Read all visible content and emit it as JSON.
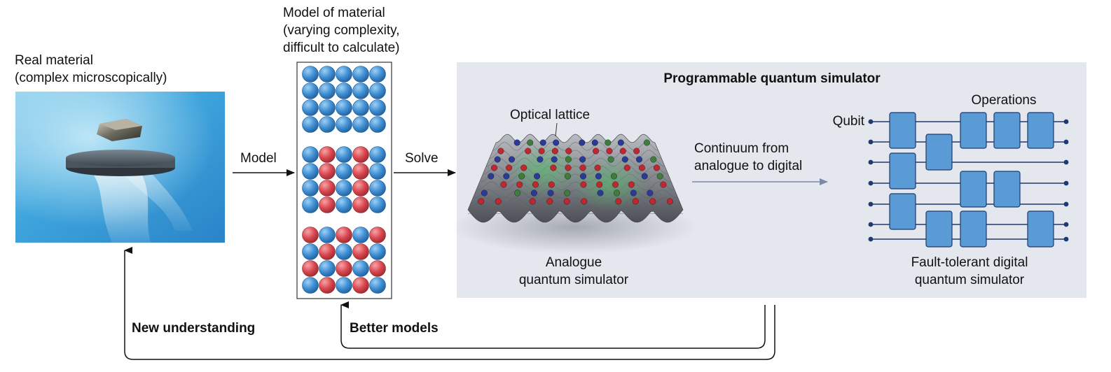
{
  "real_material": {
    "title_line1": "Real material",
    "title_line2": "(complex microscopically)"
  },
  "model_of_material": {
    "line1": "Model of material",
    "line2": "(varying complexity,",
    "line3": "difficult to calculate)"
  },
  "arrows": {
    "model": "Model",
    "solve": "Solve"
  },
  "simulator_panel": {
    "title": "Programmable quantum simulator",
    "optical_lattice": "Optical lattice",
    "analogue_line1": "Analogue",
    "analogue_line2": "quantum simulator",
    "continuum_line1": "Continuum from",
    "continuum_line2": "analogue to digital",
    "operations": "Operations",
    "qubit": "Qubit",
    "digital_line1": "Fault-tolerant digital",
    "digital_line2": "quantum simulator"
  },
  "feedback": {
    "new_understanding": "New understanding",
    "better_models": "Better models"
  },
  "model_grids": [
    {
      "rows": [
        [
          "b",
          "b",
          "b",
          "b",
          "b"
        ],
        [
          "b",
          "b",
          "b",
          "b",
          "b"
        ],
        [
          "b",
          "b",
          "b",
          "b",
          "b"
        ],
        [
          "b",
          "b",
          "b",
          "b",
          "b"
        ]
      ]
    },
    {
      "rows": [
        [
          "b",
          "r",
          "b",
          "r",
          "b"
        ],
        [
          "b",
          "r",
          "b",
          "r",
          "b"
        ],
        [
          "b",
          "r",
          "b",
          "r",
          "b"
        ],
        [
          "b",
          "r",
          "b",
          "r",
          "b"
        ]
      ]
    },
    {
      "rows": [
        [
          "r",
          "b",
          "r",
          "b",
          "r"
        ],
        [
          "b",
          "r",
          "b",
          "r",
          "b"
        ],
        [
          "r",
          "b",
          "r",
          "b",
          "r"
        ],
        [
          "b",
          "r",
          "b",
          "r",
          "b"
        ]
      ]
    }
  ],
  "colors": {
    "sphere_blue": "#3f8fd2",
    "sphere_red": "#d9474f",
    "panel_bg": "#e4e7ee",
    "gate_fill": "#5b9bd5",
    "wire": "#1e3a6e"
  }
}
